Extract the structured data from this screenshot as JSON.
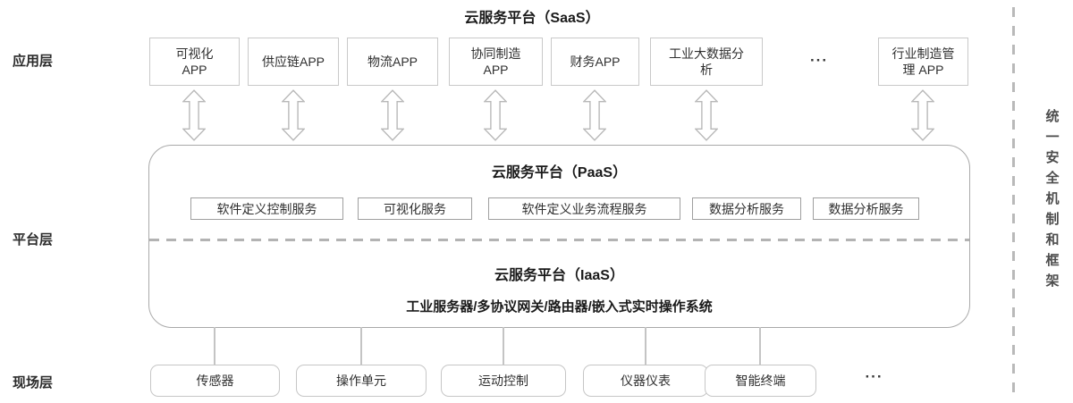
{
  "titles": {
    "saas": "云服务平台（SaaS）",
    "paas": "云服务平台（PaaS）",
    "iaas": "云服务平台（IaaS）",
    "iaas_infra": "工业服务器/多协议网关/路由器/嵌入式实时操作系统"
  },
  "layer_labels": {
    "application": "应用层",
    "platform": "平台层",
    "field": "现场层"
  },
  "apps": [
    "可视化\nAPP",
    "供应链APP",
    "物流APP",
    "协同制造\nAPP",
    "财务APP",
    "工业大数据分\n析",
    "行业制造管\n理 APP"
  ],
  "paas_services": [
    "软件定义控制服务",
    "可视化服务",
    "软件定义业务流程服务",
    "数据分析服务",
    "数据分析服务"
  ],
  "field_devices": [
    "传感器",
    "操作单元",
    "运动控制",
    "仪器仪表",
    "智能终端"
  ],
  "ellipsis": {
    "apps": "···",
    "devices": "···"
  },
  "security_frame_label": "统一安全机制和框架",
  "colors": {
    "box_border_light": "#c9c9c9",
    "container_border": "#a9a9a9",
    "arrow_outline": "#b8b8b8",
    "dash_gray": "#b3b3b3",
    "text_dark": "#2f2f2f"
  }
}
